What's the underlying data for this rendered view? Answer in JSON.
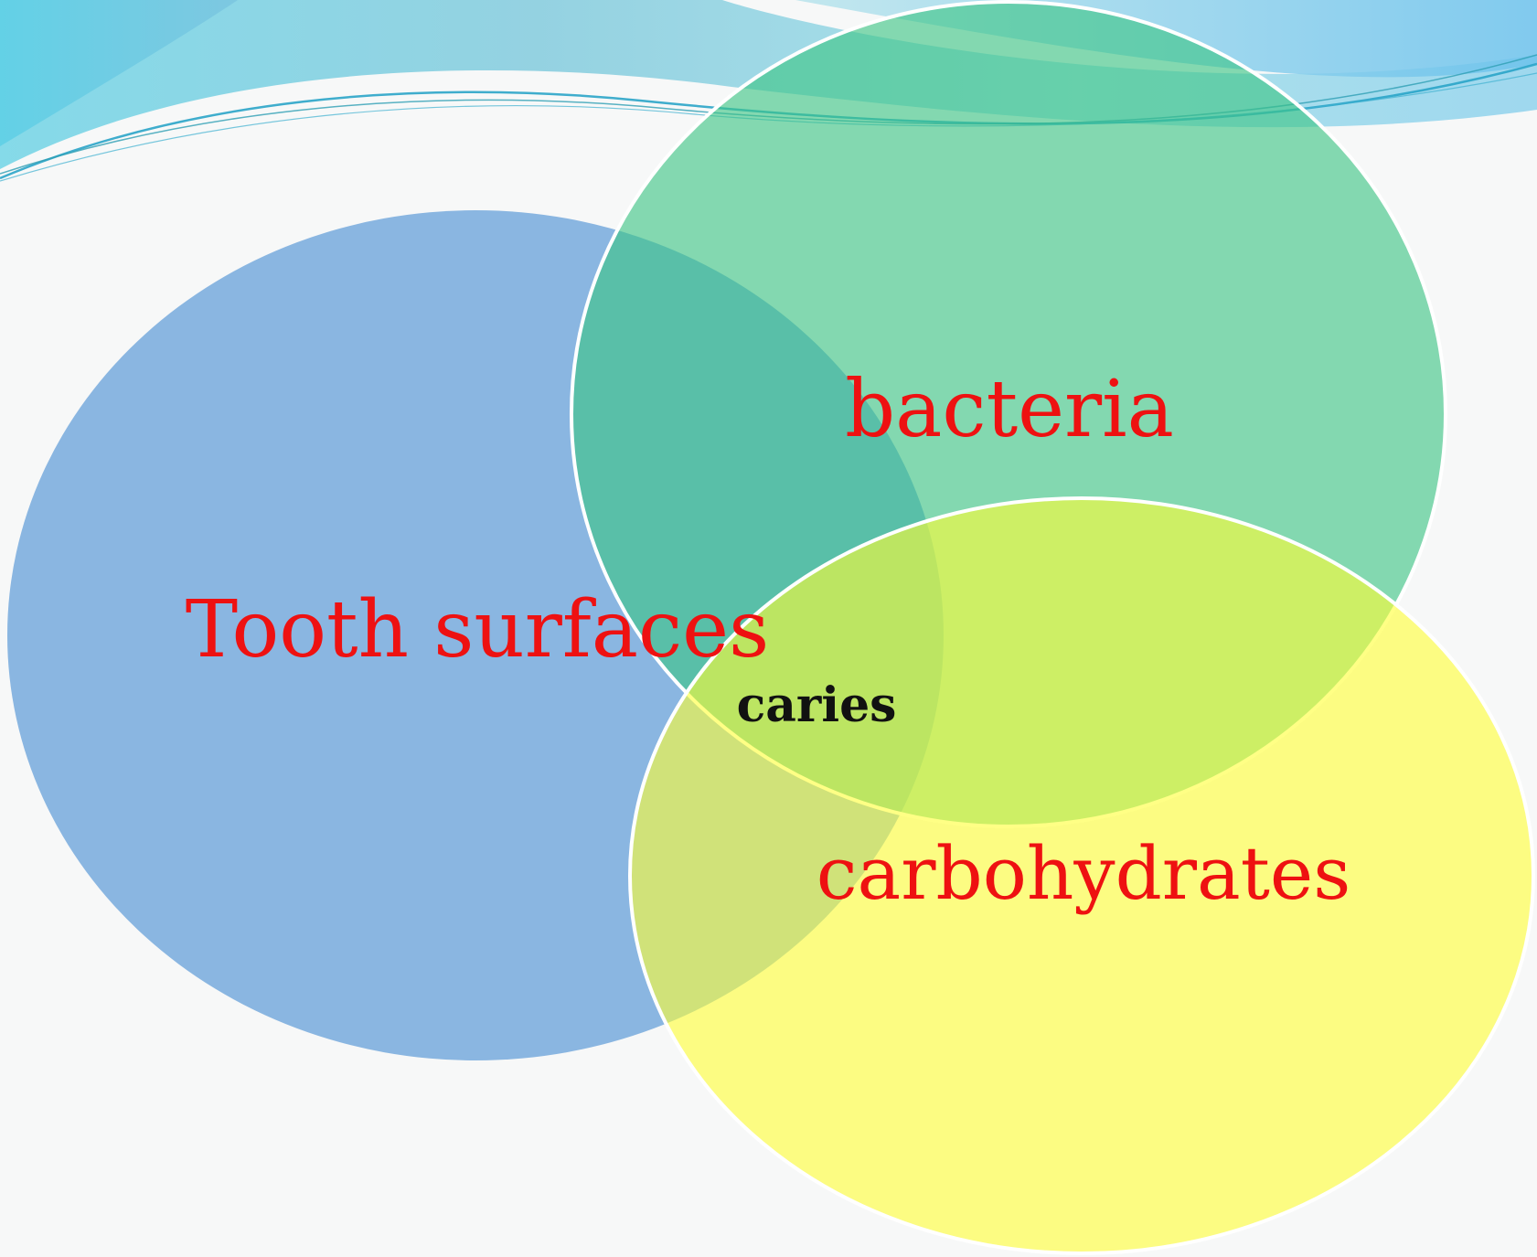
{
  "diagram": {
    "type": "venn",
    "sets": [
      {
        "id": "tooth",
        "label": "Tooth surfaces",
        "fill": "#86b4e0"
      },
      {
        "id": "bacteria",
        "label": "bacteria",
        "fill": "#7dd6a5"
      },
      {
        "id": "carbs",
        "label": "carbohydrates",
        "fill": "#ffff80"
      }
    ],
    "intersection_label": "caries",
    "colors": {
      "set_label": "#ee1111",
      "intersection_label": "#111111",
      "outline": "#ffffff",
      "wave_light": "#9bdbe8",
      "wave_dark": "#35c4d8",
      "wave_green": "#2fbf8a",
      "wave_blue": "#3a9ee0"
    }
  }
}
